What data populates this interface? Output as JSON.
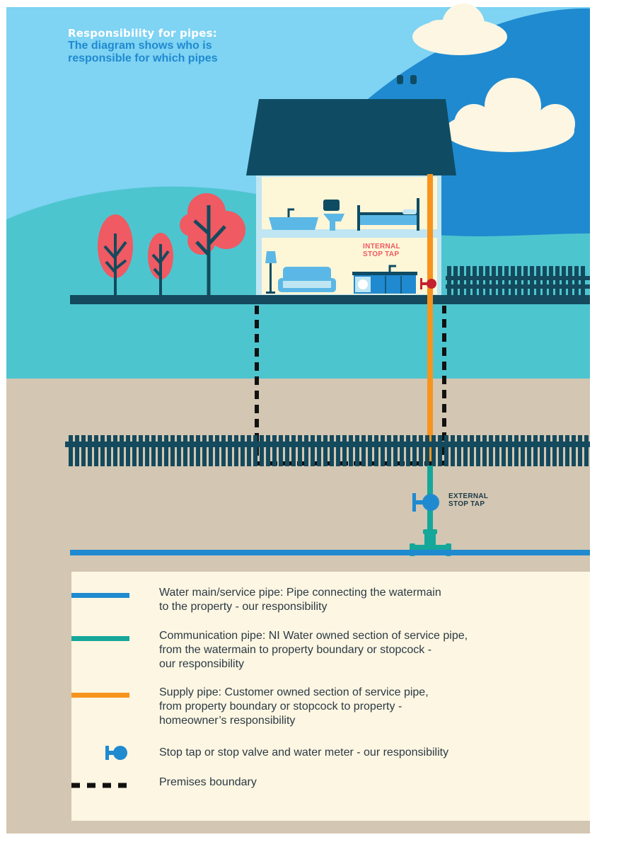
{
  "title": {
    "line1": "Responsibility for pipes:",
    "line2a": "The diagram shows who is",
    "line2b": "responsible for which pipes"
  },
  "callouts": {
    "internal_stop_tap": [
      "INTERNAL",
      "STOP TAP"
    ],
    "external_stop_tap": [
      "EXTERNAL",
      "STOP TAP"
    ]
  },
  "legend": {
    "items": [
      {
        "key": "water-main",
        "color": "#1f8ad0",
        "swatch": "line",
        "lines": [
          "Water main/service pipe: Pipe connecting the watermain",
          "to the property - our responsibility"
        ]
      },
      {
        "key": "communication-pipe",
        "color": "#15a79a",
        "swatch": "line",
        "lines": [
          "Communication pipe: NI Water owned section of service pipe,",
          "from the watermain to property boundary or stopcock -",
          "our responsibility"
        ]
      },
      {
        "key": "supply-pipe",
        "color": "#f7941d",
        "swatch": "line",
        "lines": [
          "Supply pipe: Customer owned section of service pipe,",
          "from property boundary or stopcock to property -",
          "homeowner’s responsibility"
        ]
      },
      {
        "key": "stop-tap",
        "color": "#1f8ad0",
        "swatch": "tap-icon",
        "lines": [
          "Stop tap or stop valve and water meter - our responsibility"
        ]
      },
      {
        "key": "premises-boundary",
        "color": "#111111",
        "swatch": "dashed",
        "lines": [
          "Premises boundary"
        ]
      }
    ]
  },
  "colors": {
    "sky": "#7fd3f3",
    "hill_dark": "#1f8ad0",
    "hill_teal": "#4dc5cf",
    "ground": "#d3c6b2",
    "roof": "#0f4c63",
    "house_wall": "#fdf6d7",
    "house_frame": "#bfe6f2",
    "tree": "#ef5a63",
    "trunk": "#144a5d",
    "supply_pipe": "#f7941d",
    "communication_pipe": "#15a79a",
    "water_main": "#1f8ad0",
    "internal_tap": "#c4202e",
    "legend_bg": "#fdf6e2"
  }
}
